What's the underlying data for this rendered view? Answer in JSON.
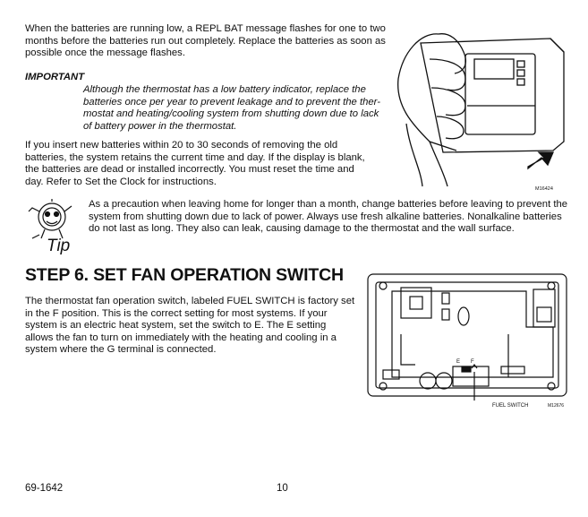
{
  "paragraphs": {
    "battery_low": "When the batteries are running low, a REPL BAT message flashes for one to two months before the batteries run out completely. Replace the batteries as soon as possible once the message flashes.",
    "important_heading": "IMPORTANT",
    "important_text": "Although the thermostat has a low battery indicator, replace the batteries once per year to prevent leakage and to prevent the ther-mostat and heating/cooling system from shutting down due to lack of battery power in the thermostat.",
    "new_batteries": "If you insert new batteries within 20 to 30 seconds of removing the old batteries, the system retains the current time and day. If the display is blank, the batteries are dead or installed incorrectly. You must reset the time and day. Refer to Set the Clock for instructions.",
    "tip": "As a precaution when leaving home for longer than a month, change batteries before leaving to prevent the system from shutting down due to lack of power. Always use fresh alkaline batteries. Nonalkaline batteries do not last as long. They also can leak, causing damage to the thermostat and the wall surface.",
    "fan_switch": "The thermostat fan operation switch, labeled FUEL SWITCH is factory set in the F position. This is the correct setting for most systems. If your system is an electric heat system, set the switch to E. The E setting allows the fan to turn on immediately with the heating and cooling in a system where the G terminal is connected."
  },
  "step_title": "STEP 6. SET FAN OPERATION SWITCH",
  "figures": {
    "hand_figure_code": "M16424",
    "tip_label": "Tip",
    "board_figure_code": "M12676",
    "switch_label_e": "E",
    "switch_label_f": "F",
    "fuel_switch_callout": "FUEL SWITCH"
  },
  "footer": {
    "doc_number": "69-1642",
    "page_number": "10"
  }
}
